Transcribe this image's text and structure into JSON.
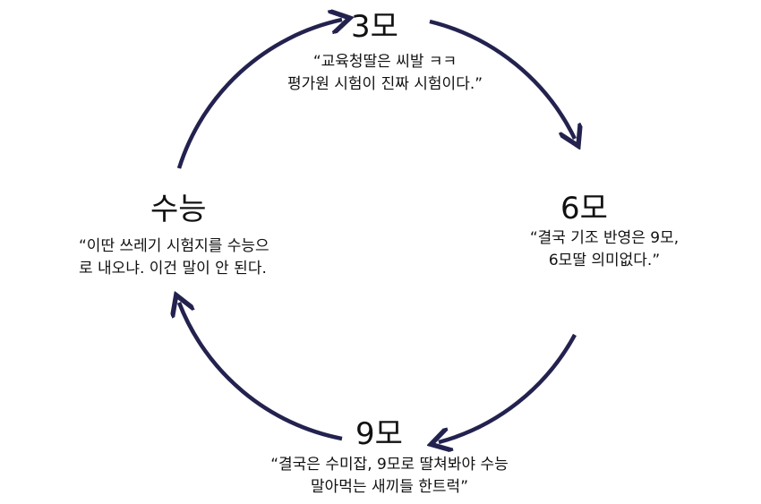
{
  "nodes": {
    "top": {
      "label": "3모",
      "quote_1": "“교육청딸은 씨발 ㅋㅋ",
      "quote_2": "평가원 시험이 진짜 시험이다.”"
    },
    "right": {
      "label": "6모",
      "quote_1": "“결국 기조 반영은 9모,",
      "quote_2": "6모딸 의미없다.”"
    },
    "bottom": {
      "label": "9모",
      "quote_1": "“결국은 수미잡, 9모로 딸쳐봐야 수능",
      "quote_2": "말아먹는 새끼들 한트럭”"
    },
    "left": {
      "label": "수능",
      "quote_1": "“이딴 쓰레기 시험지를 수능으",
      "quote_2": "로 내오냐. 이건 말이 안 된다."
    }
  },
  "colors": {
    "arrow": "#23224f",
    "text": "#111111"
  }
}
